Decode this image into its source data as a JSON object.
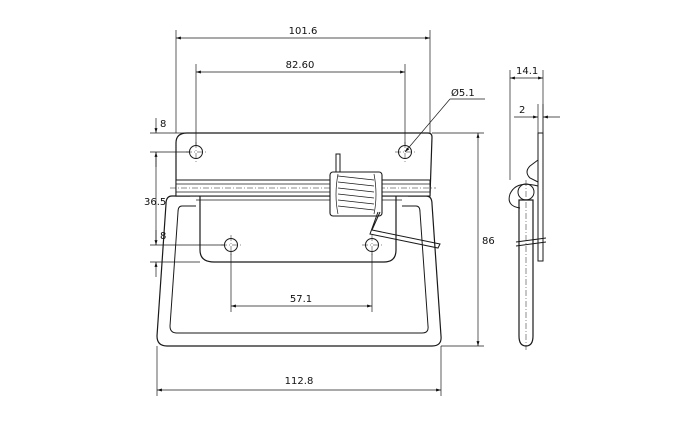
{
  "dimensions": {
    "plate_width": "101.6",
    "hole_spacing_top": "82.60",
    "hole_diameter": "Ø5.1",
    "edge_offset_top": "8",
    "plate_height": "36.5",
    "edge_offset_bottom": "8",
    "hole_spacing_bottom": "57.1",
    "overall_width": "112.8",
    "overall_height": "86",
    "side_depth": "14.1",
    "side_thickness": "2"
  },
  "colors": {
    "line": "#1a1a1a",
    "background": "#ffffff"
  }
}
